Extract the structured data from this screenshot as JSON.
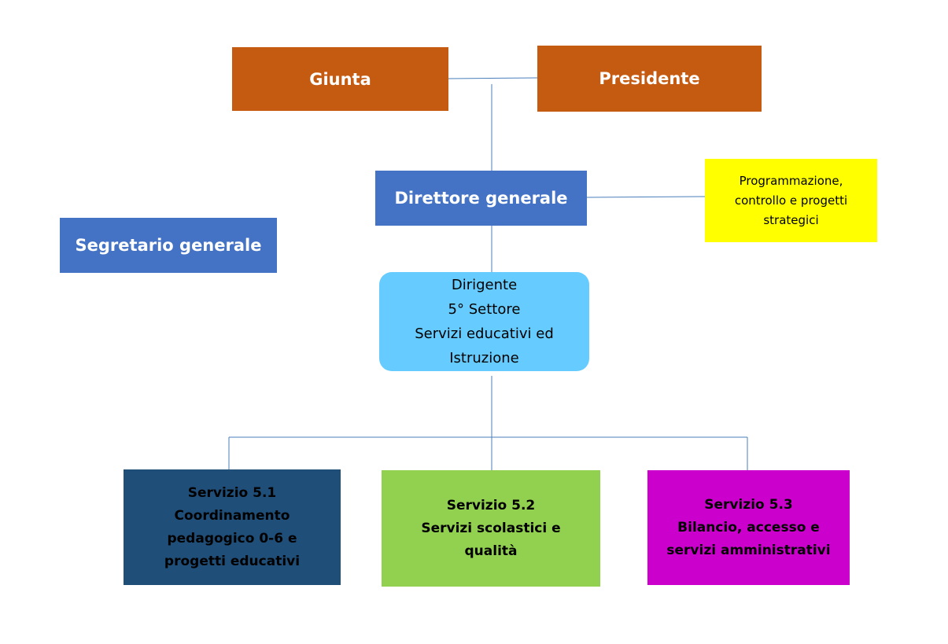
{
  "colors": {
    "connector": "#4a7ebb",
    "giunta": "#c55a11",
    "presidente": "#c55a11",
    "direttore": "#4472c4",
    "segretario": "#4472c4",
    "programmazione": "#ffff00",
    "dirigente": "#66ccff",
    "servizio_5_1": "#1f4e79",
    "servizio_5_2": "#92d050",
    "servizio_5_3": "#cc00cc"
  },
  "nodes": {
    "giunta": {
      "label": "Giunta"
    },
    "presidente": {
      "label": "Presidente"
    },
    "direttore": {
      "label": "Direttore generale"
    },
    "programmazione": {
      "lines": [
        "Programmazione,",
        "controllo e progetti",
        "strategici"
      ]
    },
    "segretario": {
      "label": "Segretario generale"
    },
    "dirigente": {
      "lines": [
        "Dirigente",
        "5° Settore",
        "Servizi educativi ed",
        "Istruzione"
      ]
    },
    "servizio_5_1": {
      "lines": [
        "Servizio 5.1",
        "Coordinamento",
        "pedagogico 0-6 e",
        "progetti educativi"
      ]
    },
    "servizio_5_2": {
      "lines": [
        "Servizio 5.2",
        "Servizi scolastici e",
        "qualità"
      ]
    },
    "servizio_5_3": {
      "lines": [
        "Servizio 5.3",
        "Bilancio, accesso e",
        "servizi amministrativi"
      ]
    }
  }
}
